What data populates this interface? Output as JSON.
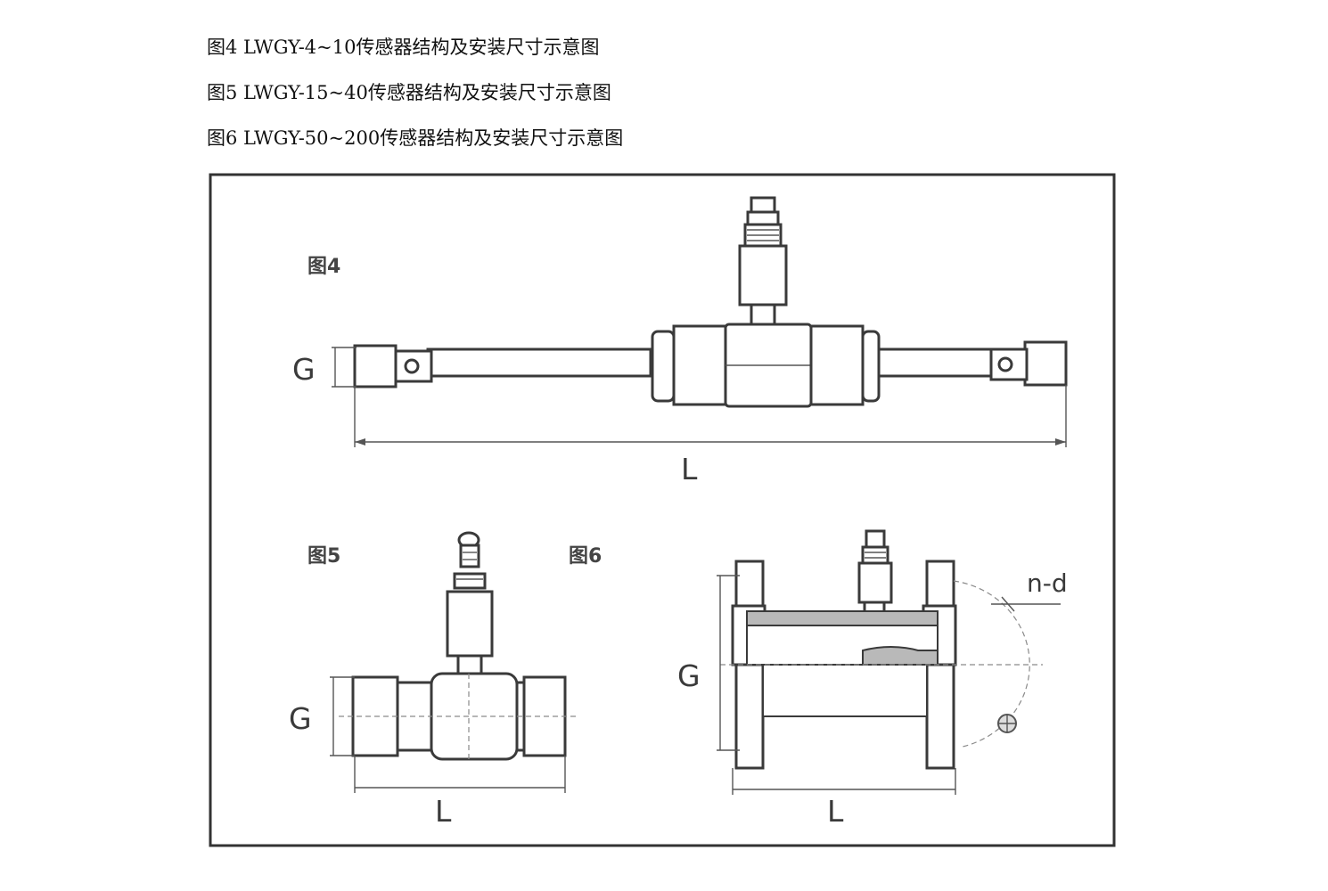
{
  "captions": {
    "fig4": "图4 LWGY-4~10传感器结构及安装尺寸示意图",
    "fig5": "图5 LWGY-15~40传感器结构及安装尺寸示意图",
    "fig6": "图6 LWGY-50~200传感器结构及安装尺寸示意图"
  },
  "diagram": {
    "fig4": {
      "label": "图4",
      "dim_g": "G",
      "dim_l": "L"
    },
    "fig5": {
      "label": "图5",
      "dim_g": "G",
      "dim_l": "L"
    },
    "fig6": {
      "label": "图6",
      "dim_g": "G",
      "dim_l": "L",
      "dim_nd": "n-d"
    }
  }
}
